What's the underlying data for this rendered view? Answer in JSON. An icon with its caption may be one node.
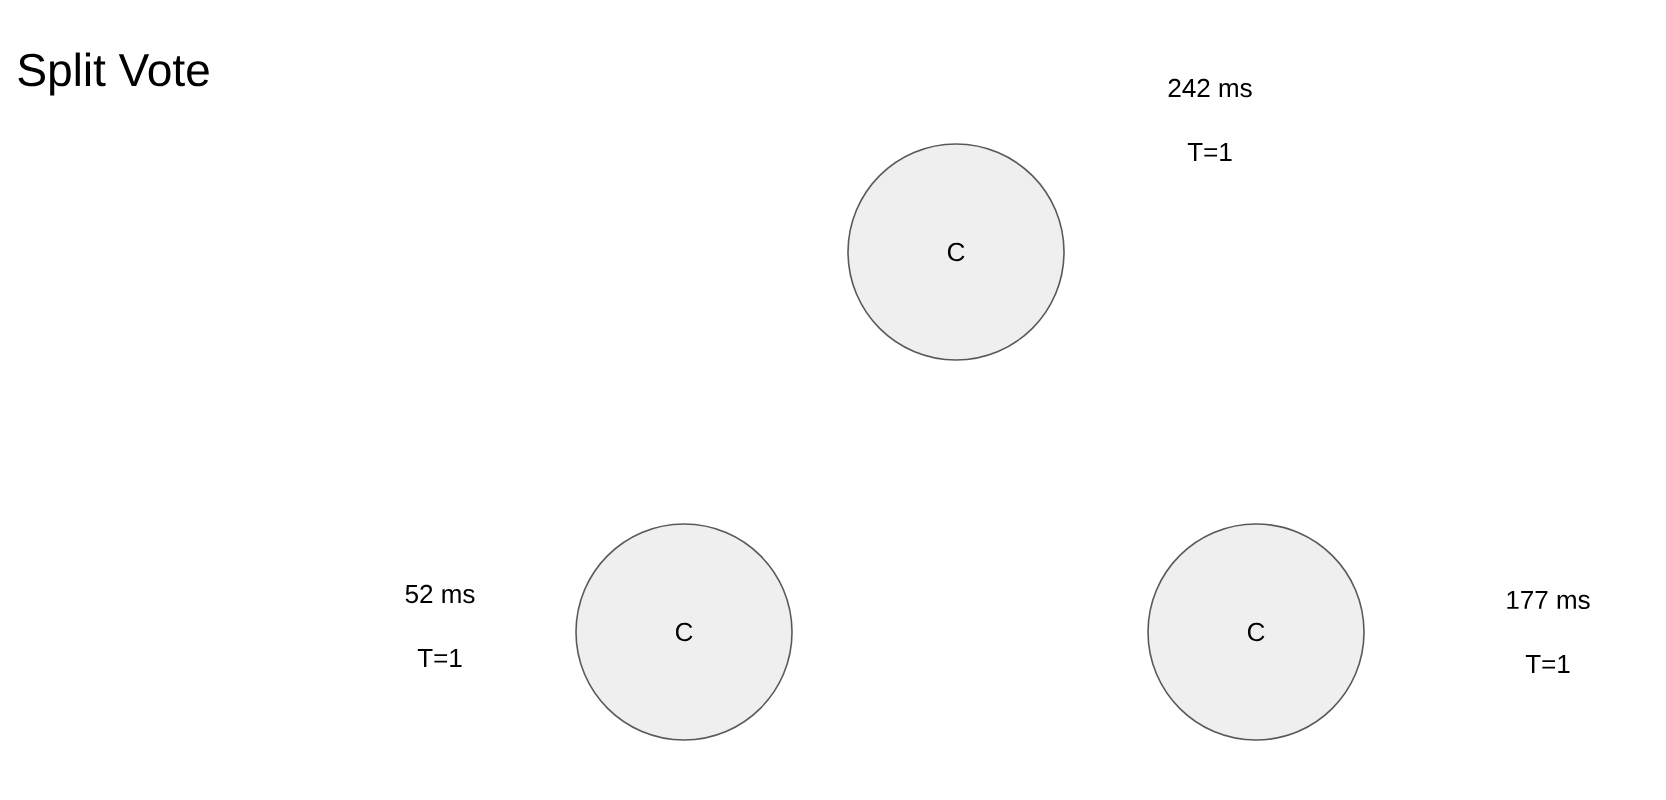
{
  "diagram": {
    "title": "Split Vote",
    "nodes": [
      {
        "text": [
          "C"
        ],
        "beside": [
          "242 ms",
          "T=1"
        ]
      },
      {
        "text": [
          "C"
        ],
        "beside": [
          "52 ms",
          "T=1"
        ]
      },
      {
        "text": [
          "C"
        ],
        "beside": [
          "177 ms",
          "T=1"
        ]
      }
    ]
  }
}
